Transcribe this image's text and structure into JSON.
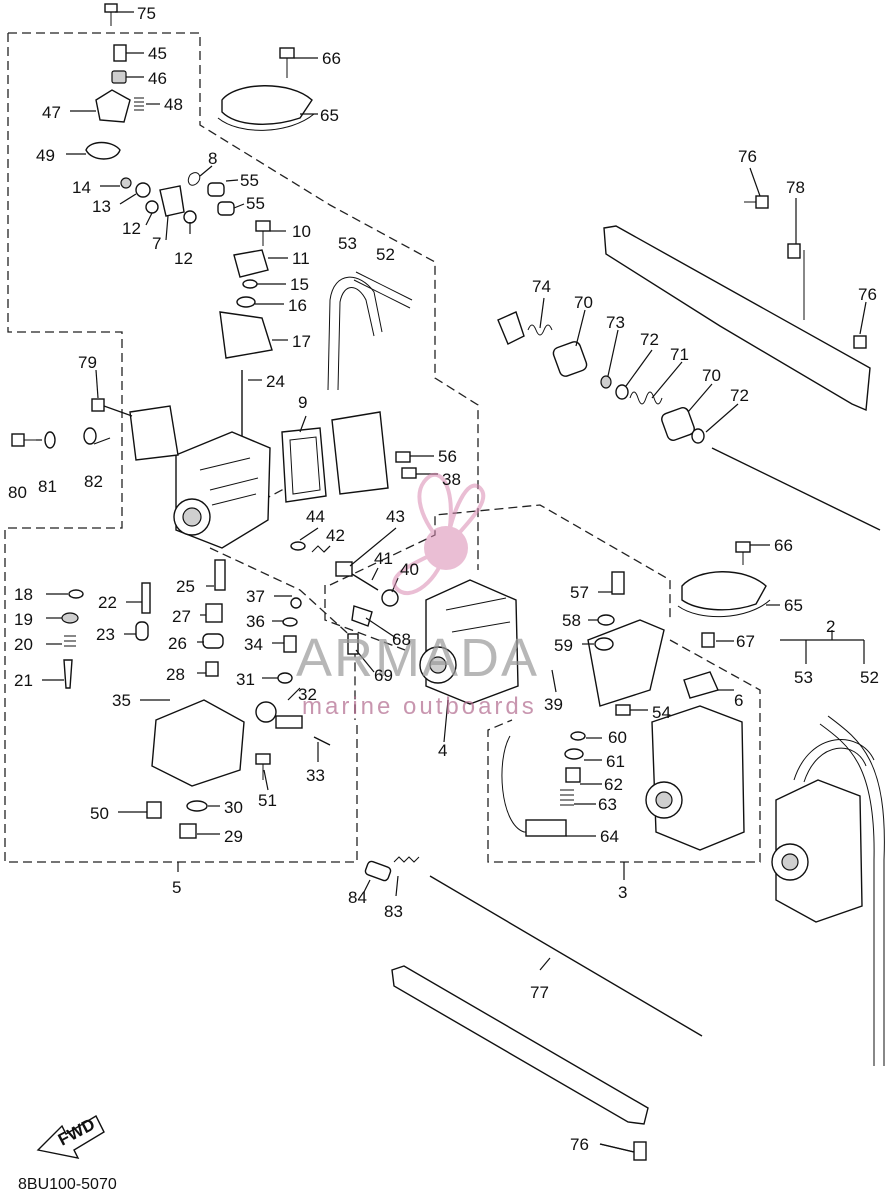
{
  "drawing_code": "8BU100-5070",
  "watermark": {
    "brand": "ARMADA",
    "tagline": "marine outboards"
  },
  "direction_badge": "FWD",
  "labels": [
    {
      "id": "75",
      "text": "75"
    },
    {
      "id": "45",
      "text": "45"
    },
    {
      "id": "46",
      "text": "46"
    },
    {
      "id": "47",
      "text": "47"
    },
    {
      "id": "48",
      "text": "48"
    },
    {
      "id": "49",
      "text": "49"
    },
    {
      "id": "8",
      "text": "8"
    },
    {
      "id": "55a",
      "text": "55"
    },
    {
      "id": "55b",
      "text": "55"
    },
    {
      "id": "14",
      "text": "14"
    },
    {
      "id": "13",
      "text": "13"
    },
    {
      "id": "12a",
      "text": "12"
    },
    {
      "id": "7",
      "text": "7"
    },
    {
      "id": "12b",
      "text": "12"
    },
    {
      "id": "10",
      "text": "10"
    },
    {
      "id": "11",
      "text": "11"
    },
    {
      "id": "15",
      "text": "15"
    },
    {
      "id": "16",
      "text": "16"
    },
    {
      "id": "17",
      "text": "17"
    },
    {
      "id": "24",
      "text": "24"
    },
    {
      "id": "66a",
      "text": "66"
    },
    {
      "id": "65a",
      "text": "65"
    },
    {
      "id": "53a",
      "text": "53"
    },
    {
      "id": "52a",
      "text": "52"
    },
    {
      "id": "9",
      "text": "9"
    },
    {
      "id": "56",
      "text": "56"
    },
    {
      "id": "38",
      "text": "38"
    },
    {
      "id": "79",
      "text": "79"
    },
    {
      "id": "80",
      "text": "80"
    },
    {
      "id": "81",
      "text": "81"
    },
    {
      "id": "82",
      "text": "82"
    },
    {
      "id": "44",
      "text": "44"
    },
    {
      "id": "42",
      "text": "42"
    },
    {
      "id": "43",
      "text": "43"
    },
    {
      "id": "41",
      "text": "41"
    },
    {
      "id": "40",
      "text": "40"
    },
    {
      "id": "74",
      "text": "74"
    },
    {
      "id": "70a",
      "text": "70"
    },
    {
      "id": "73",
      "text": "73"
    },
    {
      "id": "72a",
      "text": "72"
    },
    {
      "id": "71",
      "text": "71"
    },
    {
      "id": "70b",
      "text": "70"
    },
    {
      "id": "72b",
      "text": "72"
    },
    {
      "id": "76a",
      "text": "76"
    },
    {
      "id": "78",
      "text": "78"
    },
    {
      "id": "76b",
      "text": "76"
    },
    {
      "id": "18",
      "text": "18"
    },
    {
      "id": "19",
      "text": "19"
    },
    {
      "id": "20",
      "text": "20"
    },
    {
      "id": "21",
      "text": "21"
    },
    {
      "id": "22",
      "text": "22"
    },
    {
      "id": "23",
      "text": "23"
    },
    {
      "id": "25",
      "text": "25"
    },
    {
      "id": "27",
      "text": "27"
    },
    {
      "id": "26",
      "text": "26"
    },
    {
      "id": "28",
      "text": "28"
    },
    {
      "id": "37",
      "text": "37"
    },
    {
      "id": "36",
      "text": "36"
    },
    {
      "id": "34",
      "text": "34"
    },
    {
      "id": "31",
      "text": "31"
    },
    {
      "id": "32",
      "text": "32"
    },
    {
      "id": "33",
      "text": "33"
    },
    {
      "id": "35",
      "text": "35"
    },
    {
      "id": "50",
      "text": "50"
    },
    {
      "id": "30",
      "text": "30"
    },
    {
      "id": "29",
      "text": "29"
    },
    {
      "id": "51",
      "text": "51"
    },
    {
      "id": "5",
      "text": "5"
    },
    {
      "id": "68",
      "text": "68"
    },
    {
      "id": "69",
      "text": "69"
    },
    {
      "id": "4",
      "text": "4"
    },
    {
      "id": "39",
      "text": "39"
    },
    {
      "id": "57",
      "text": "57"
    },
    {
      "id": "58",
      "text": "58"
    },
    {
      "id": "59",
      "text": "59"
    },
    {
      "id": "66b",
      "text": "66"
    },
    {
      "id": "65b",
      "text": "65"
    },
    {
      "id": "67",
      "text": "67"
    },
    {
      "id": "6",
      "text": "6"
    },
    {
      "id": "54",
      "text": "54"
    },
    {
      "id": "60",
      "text": "60"
    },
    {
      "id": "61",
      "text": "61"
    },
    {
      "id": "62",
      "text": "62"
    },
    {
      "id": "63",
      "text": "63"
    },
    {
      "id": "64",
      "text": "64"
    },
    {
      "id": "3",
      "text": "3"
    },
    {
      "id": "2",
      "text": "2"
    },
    {
      "id": "53b",
      "text": "53"
    },
    {
      "id": "52b",
      "text": "52"
    },
    {
      "id": "84",
      "text": "84"
    },
    {
      "id": "83",
      "text": "83"
    },
    {
      "id": "77",
      "text": "77"
    },
    {
      "id": "76c",
      "text": "76"
    }
  ]
}
